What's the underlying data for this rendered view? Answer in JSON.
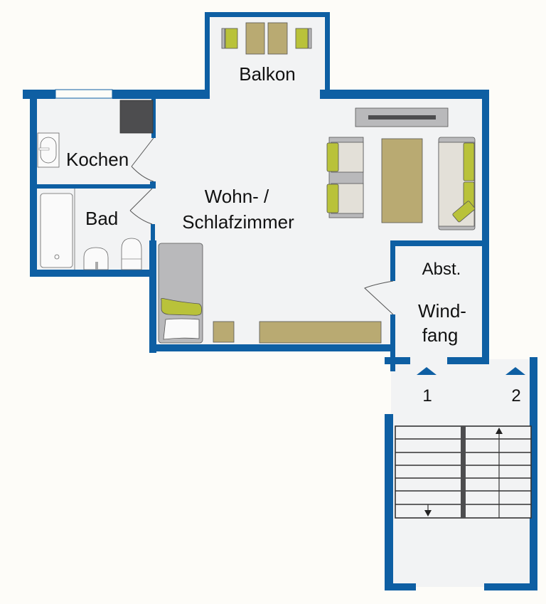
{
  "floorplan": {
    "colors": {
      "background": "#fdfcf8",
      "floor": "#f2f3f4",
      "wall": "#0e5fa3",
      "furniture_wood": "#b9aa72",
      "furniture_gray": "#b9b9bb",
      "cushion_green": "#b9c23a",
      "sofa_light": "#e3e0d8",
      "stove_dark": "#4d4d4f",
      "stair_line": "#333333"
    },
    "rooms": {
      "balkon": {
        "label": "Balkon"
      },
      "kochen": {
        "label": "Kochen"
      },
      "bad": {
        "label": "Bad"
      },
      "wohn": {
        "line1": "Wohn- /",
        "line2": "Schlafzimmer"
      },
      "abst": {
        "label": "Abst."
      },
      "windfang": {
        "line1": "Wind-",
        "line2": "fang"
      }
    },
    "entrances": [
      {
        "label": "1"
      },
      {
        "label": "2"
      }
    ],
    "staircase": {
      "steps": 7,
      "up_arrow": "up",
      "down_arrow": "down"
    }
  }
}
